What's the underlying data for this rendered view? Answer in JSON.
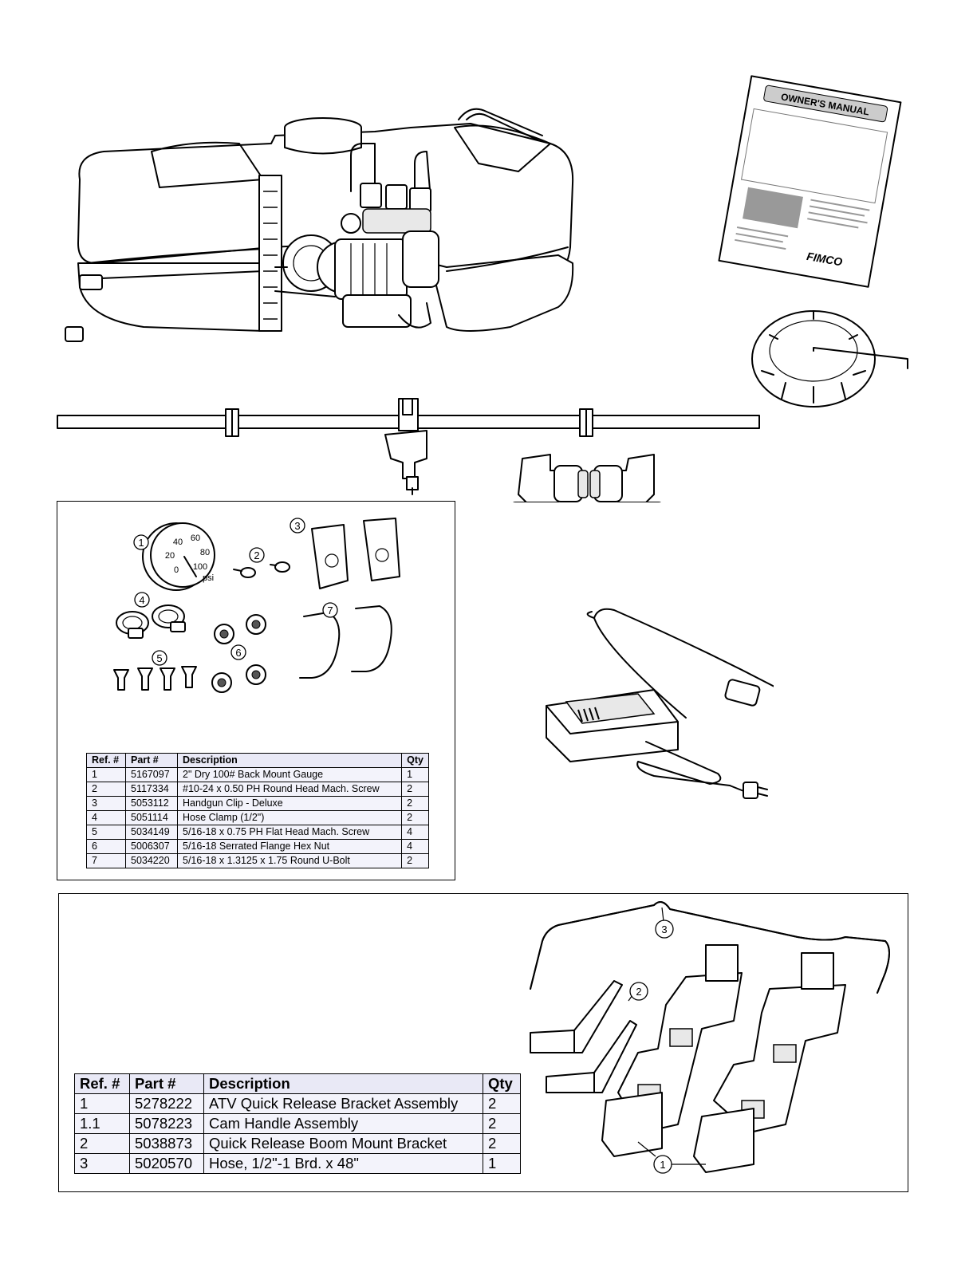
{
  "kit_box": {
    "callouts": [
      "1",
      "2",
      "3",
      "4",
      "5",
      "6",
      "7"
    ],
    "gauge_marks": [
      "40",
      "60",
      "20",
      "80",
      "0",
      "100",
      "psi"
    ],
    "table": {
      "headers": {
        "ref": "Ref. #",
        "part": "Part #",
        "desc": "Description",
        "qty": "Qty"
      },
      "rows": [
        {
          "ref": "1",
          "part": "5167097",
          "desc": "2\" Dry 100# Back Mount Gauge",
          "qty": "1"
        },
        {
          "ref": "2",
          "part": "5117334",
          "desc": "#10-24 x 0.50 PH Round Head Mach. Screw",
          "qty": "2"
        },
        {
          "ref": "3",
          "part": "5053112",
          "desc": "Handgun Clip - Deluxe",
          "qty": "2"
        },
        {
          "ref": "4",
          "part": "5051114",
          "desc": "Hose Clamp (1/2\")",
          "qty": "2"
        },
        {
          "ref": "5",
          "part": "5034149",
          "desc": "5/16-18 x 0.75 PH Flat Head Mach. Screw",
          "qty": "4"
        },
        {
          "ref": "6",
          "part": "5006307",
          "desc": "5/16-18 Serrated Flange Hex Nut",
          "qty": "4"
        },
        {
          "ref": "7",
          "part": "5034220",
          "desc": "5/16-18 x 1.3125 x 1.75 Round U-Bolt",
          "qty": "2"
        }
      ]
    }
  },
  "manual": {
    "title": "OWNER'S MANUAL",
    "brand": "FIMCO"
  },
  "bracket_box": {
    "callouts": [
      "3",
      "2",
      "1"
    ],
    "table": {
      "headers": {
        "ref": "Ref. #",
        "part": "Part #",
        "desc": "Description",
        "qty": "Qty"
      },
      "rows": [
        {
          "ref": "1",
          "part": "5278222",
          "desc": "ATV Quick Release Bracket Assembly",
          "qty": "2"
        },
        {
          "ref": "1.1",
          "part": "5078223",
          "desc": "Cam Handle Assembly",
          "qty": "2"
        },
        {
          "ref": "2",
          "part": "5038873",
          "desc": "Quick Release Boom Mount Bracket",
          "qty": "2"
        },
        {
          "ref": "3",
          "part": "5020570",
          "desc": "Hose, 1/2\"-1 Brd. x 48\"",
          "qty": "1"
        }
      ]
    }
  }
}
